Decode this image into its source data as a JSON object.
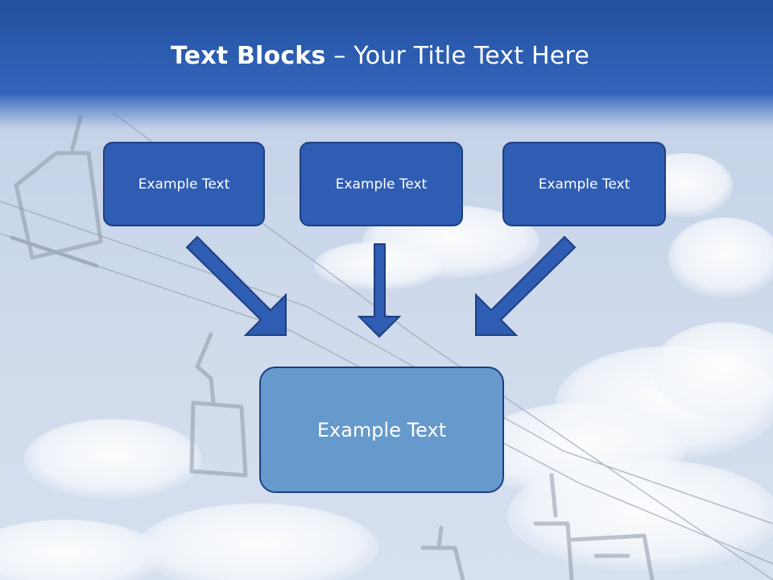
{
  "slide": {
    "title_bold": "Text Blocks",
    "title_separator": "–",
    "title_rest": "Your Title Text Here",
    "blocks": [
      {
        "text": "Example Text"
      },
      {
        "text": "Example Text"
      },
      {
        "text": "Example Text"
      }
    ],
    "main_block": {
      "text": "Example Text"
    }
  },
  "colors": {
    "header": "#2b5cb0",
    "box_fill": "#2f5db3",
    "box_border": "#1d3f80",
    "main_box_fill": "#6699cc",
    "arrow_fill": "#2f5db3"
  }
}
